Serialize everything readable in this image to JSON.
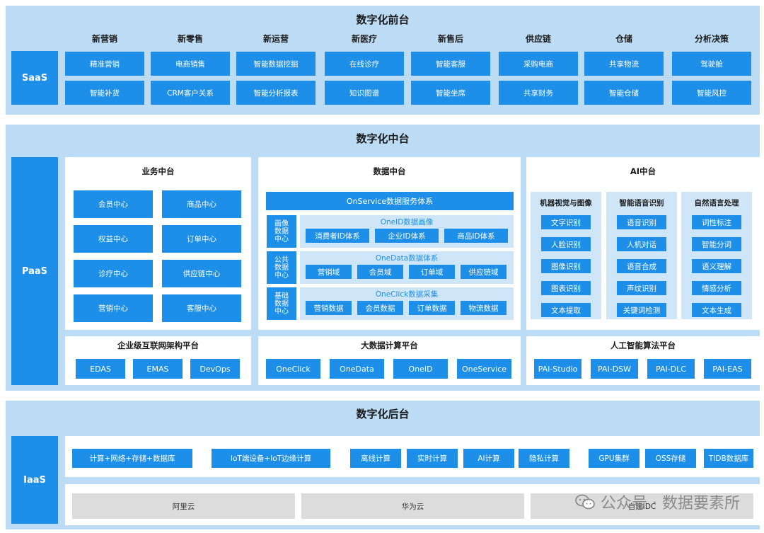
{
  "front": {
    "title": "数字化前台",
    "side_label": "SaaS",
    "categories": [
      {
        "name": "新营销",
        "items": [
          "精准营销",
          "智能补货"
        ]
      },
      {
        "name": "新零售",
        "items": [
          "电商销售",
          "CRM客户关系"
        ]
      },
      {
        "name": "新运营",
        "items": [
          "智能数据挖掘",
          "智能分析报表"
        ]
      },
      {
        "name": "新医疗",
        "items": [
          "在线诊疗",
          "知识图谱"
        ]
      },
      {
        "name": "新售后",
        "items": [
          "智能客服",
          "智能坐席"
        ]
      },
      {
        "name": "供应链",
        "items": [
          "采购电商",
          "共享财务"
        ]
      },
      {
        "name": "仓储",
        "items": [
          "共享物流",
          "智能仓储"
        ]
      },
      {
        "name": "分析决策",
        "items": [
          "驾驶舱",
          "智能风控"
        ]
      }
    ]
  },
  "middle": {
    "title": "数字化中台",
    "side_label": "PaaS",
    "business": {
      "title": "业务中台",
      "items": [
        "会员中心",
        "商品中心",
        "权益中心",
        "订单中心",
        "诊疗中心",
        "供应链中心",
        "营销中心",
        "客服中心"
      ]
    },
    "data": {
      "title": "数据中台",
      "service_bar": "OnService数据服务体系",
      "rows": [
        {
          "label": "画像数据中心",
          "head": "OneID数据画像",
          "items": [
            "消费者ID体系",
            "企业ID体系",
            "商品ID体系"
          ]
        },
        {
          "label": "公共数据中心",
          "head": "OneData数据体系",
          "items": [
            "营销域",
            "会员域",
            "订单域",
            "供应链域"
          ]
        },
        {
          "label": "基础数据中心",
          "head": "OneClick数据采集",
          "items": [
            "营销数据",
            "会员数据",
            "订单数据",
            "物流数据"
          ]
        }
      ]
    },
    "ai": {
      "title": "AI中台",
      "columns": [
        {
          "title": "机器视觉与图像",
          "items": [
            "文字识别",
            "人脸识别",
            "图像识别",
            "图表识别",
            "文本提取"
          ]
        },
        {
          "title": "智能语音识别",
          "items": [
            "语音识别",
            "人机对话",
            "语音合成",
            "声纹识别",
            "关键词检测"
          ]
        },
        {
          "title": "自然语言处理",
          "items": [
            "词性标注",
            "智能分词",
            "语义理解",
            "情感分析",
            "文本生成"
          ]
        }
      ]
    },
    "platforms": [
      {
        "title": "企业级互联网架构平台",
        "items": [
          "EDAS",
          "EMAS",
          "DevOps"
        ]
      },
      {
        "title": "大数据计算平台",
        "items": [
          "OneClick",
          "OneData",
          "OneID",
          "OneService"
        ]
      },
      {
        "title": "人工智能算法平台",
        "items": [
          "PAI-Studio",
          "PAI-DSW",
          "PAI-DLC",
          "PAI-EAS"
        ]
      }
    ]
  },
  "back": {
    "title": "数字化后台",
    "side_label": "IaaS",
    "compute": [
      "计算+网络+存储+数据库",
      "IoT端设备+IoT边缘计算",
      "离线计算",
      "实时计算",
      "AI计算",
      "隐私计算",
      "GPU集群",
      "OSS存储",
      "TIDB数据库"
    ],
    "clouds": [
      "阿里云",
      "华为云",
      "自建IDC"
    ]
  },
  "watermark": "公众号 · 数据要素所",
  "colors": {
    "accent": "#1e8fe8",
    "band": "#bcdcf5",
    "subpanel": "#cfe5f8"
  }
}
